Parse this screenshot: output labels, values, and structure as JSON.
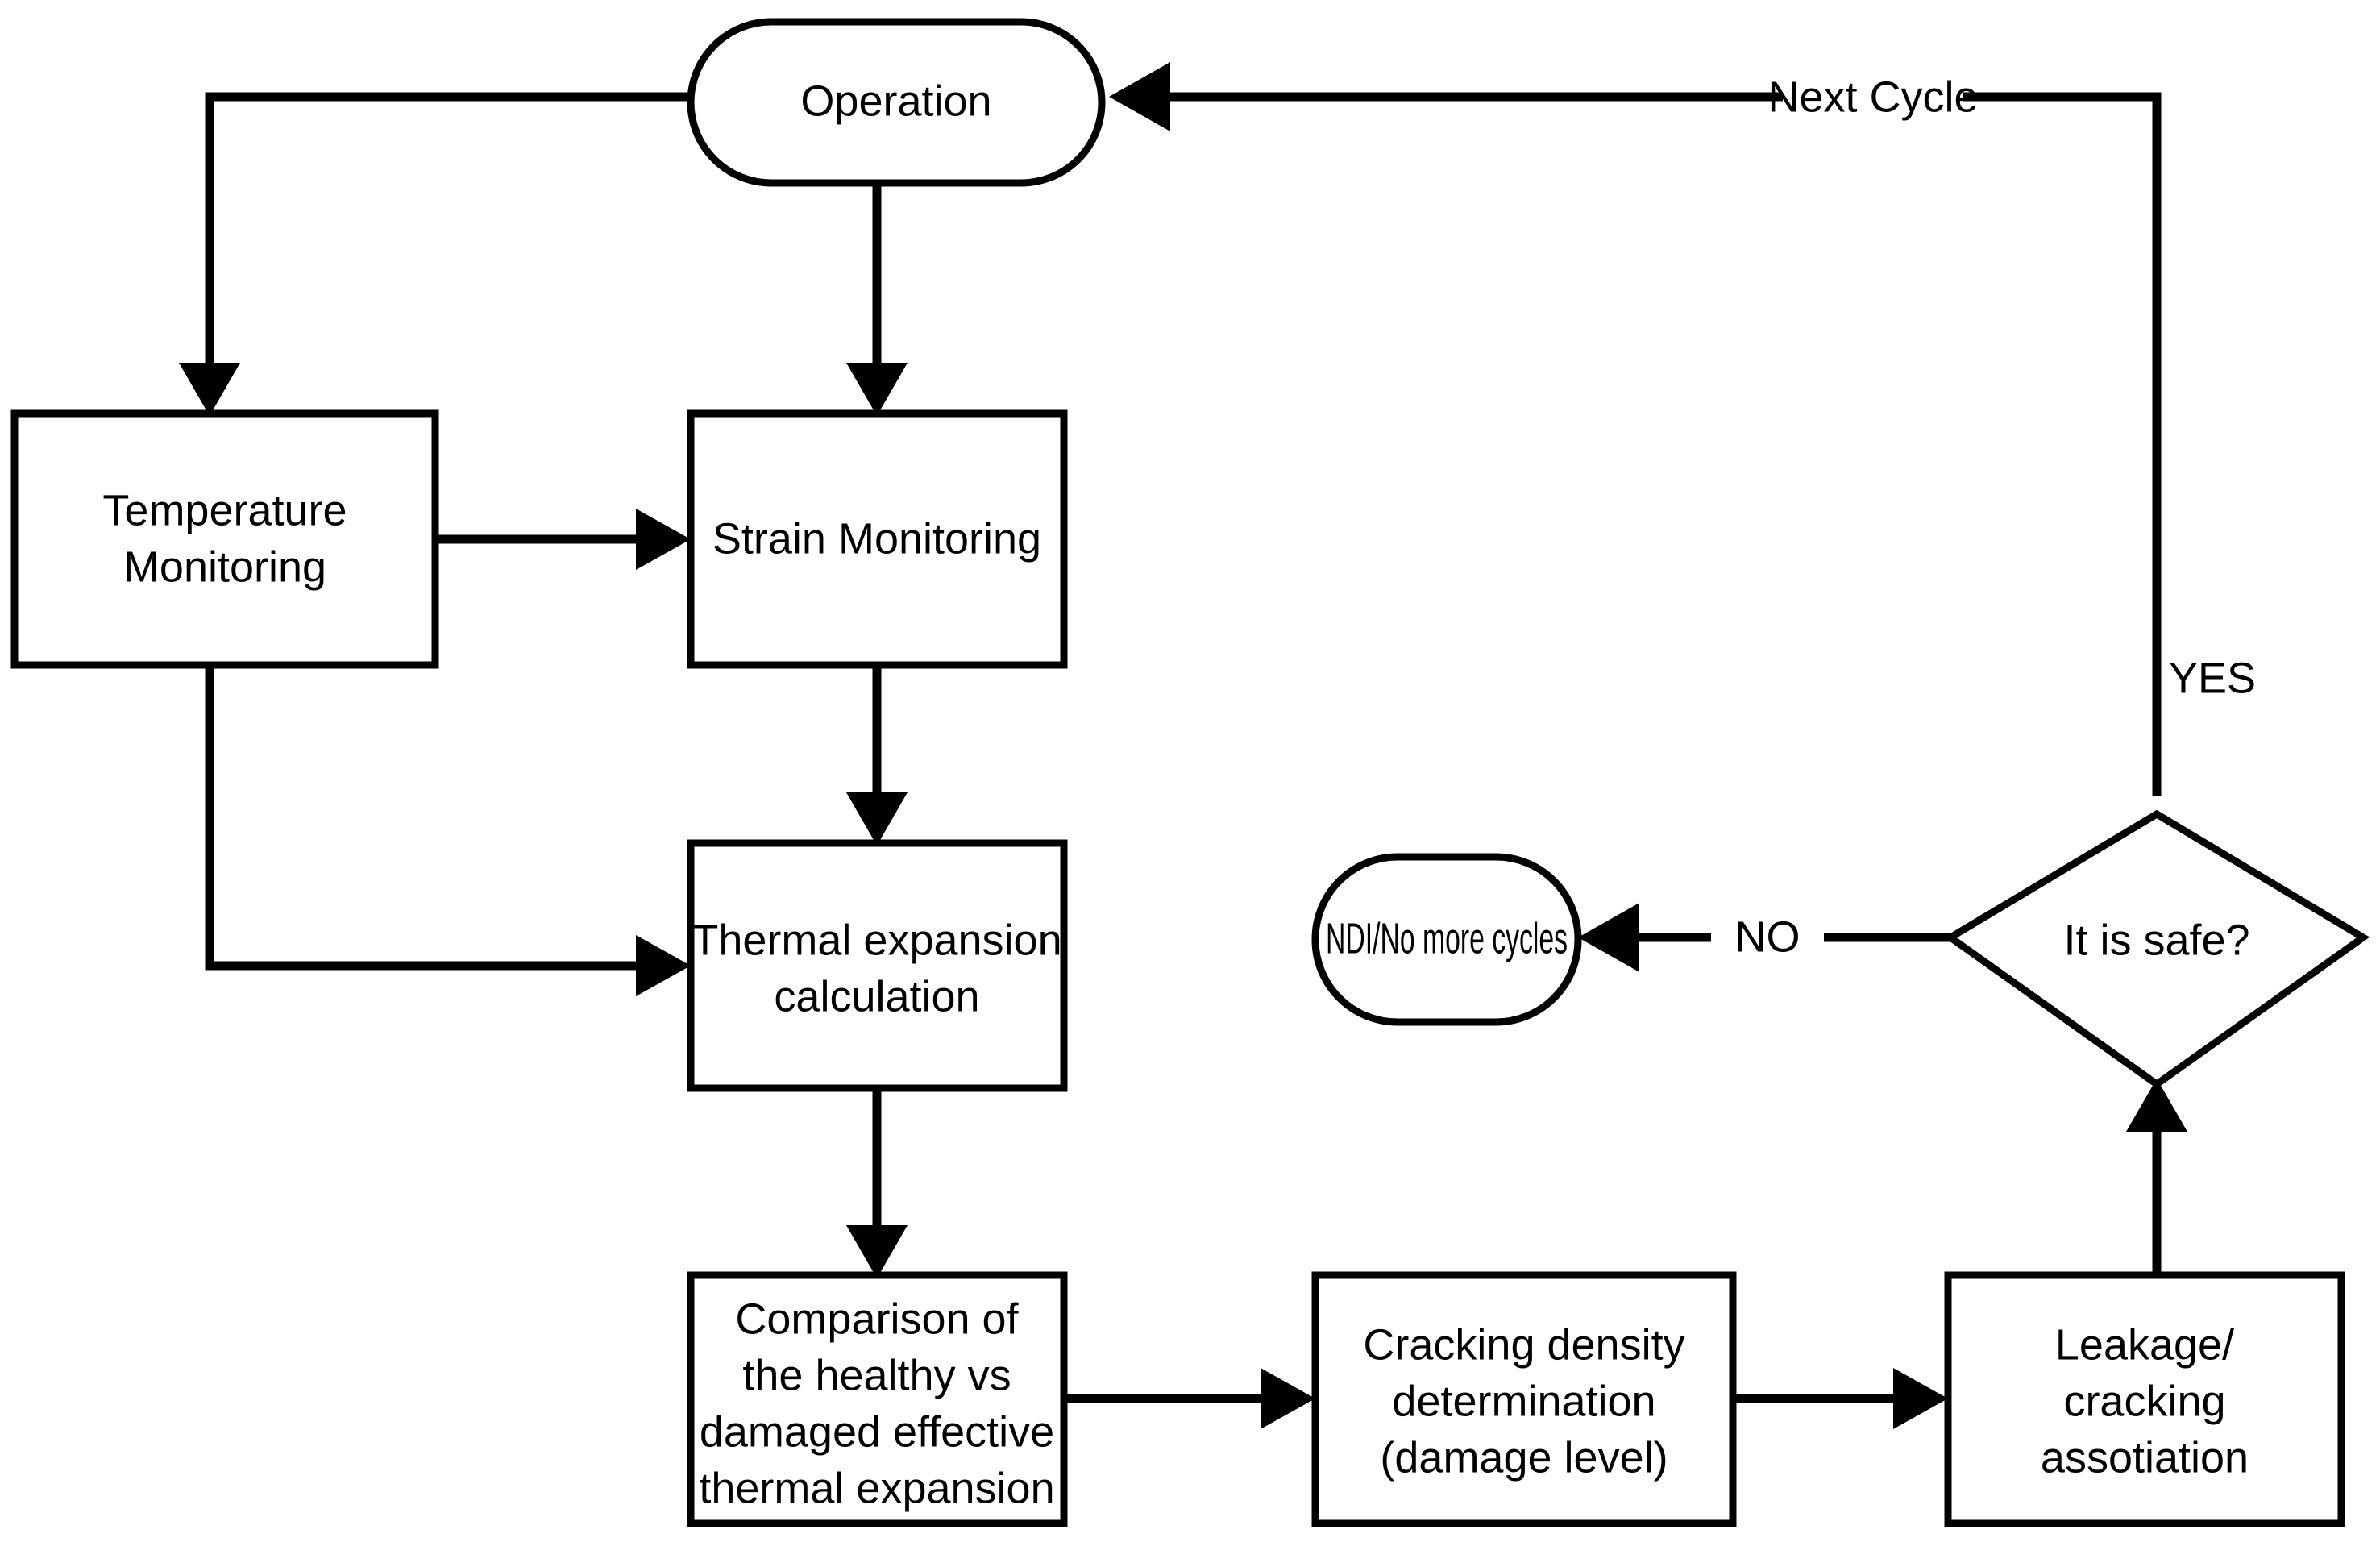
{
  "diagram": {
    "title": "Thermal damage monitoring cycle flowchart",
    "colors": {
      "background": "#ffffff",
      "stroke": "#000000",
      "fill": "#ffffff",
      "text": "#000000"
    },
    "nodes": {
      "operation": {
        "label": "Operation",
        "shape": "terminator"
      },
      "temperature_monitoring": {
        "label_line1": "Temperature",
        "label_line2": "Monitoring",
        "shape": "process"
      },
      "strain_monitoring": {
        "label": "Strain Monitoring",
        "shape": "process"
      },
      "thermal_expansion": {
        "label_line1": "Thermal expansion",
        "label_line2": "calculation",
        "shape": "process"
      },
      "comparison": {
        "label_line1": "Comparison of",
        "label_line2": "the healthy vs",
        "label_line3": "damaged effective",
        "label_line4": "thermal expansion",
        "shape": "process"
      },
      "cracking_density": {
        "label_line1": "Cracking density",
        "label_line2": "determination",
        "label_line3": "(damage level)",
        "shape": "process"
      },
      "leakage_cracking": {
        "label_line1": "Leakage/",
        "label_line2": "cracking",
        "label_line3": "assotiation",
        "shape": "process"
      },
      "is_safe": {
        "label": "It is safe?",
        "shape": "decision"
      },
      "ndi_no_more_cycles": {
        "label": "NDI/No more cycles",
        "shape": "terminator"
      }
    },
    "edge_labels": {
      "next_cycle": "Next Cycle",
      "yes": "YES",
      "no": "NO"
    },
    "edges": [
      {
        "from": "operation",
        "to": "temperature_monitoring",
        "label": ""
      },
      {
        "from": "operation",
        "to": "strain_monitoring",
        "label": ""
      },
      {
        "from": "temperature_monitoring",
        "to": "strain_monitoring",
        "label": ""
      },
      {
        "from": "temperature_monitoring",
        "to": "thermal_expansion",
        "label": ""
      },
      {
        "from": "strain_monitoring",
        "to": "thermal_expansion",
        "label": ""
      },
      {
        "from": "thermal_expansion",
        "to": "comparison",
        "label": ""
      },
      {
        "from": "comparison",
        "to": "cracking_density",
        "label": ""
      },
      {
        "from": "cracking_density",
        "to": "leakage_cracking",
        "label": ""
      },
      {
        "from": "leakage_cracking",
        "to": "is_safe",
        "label": ""
      },
      {
        "from": "is_safe",
        "to": "ndi_no_more_cycles",
        "label": "NO"
      },
      {
        "from": "is_safe",
        "to": "operation",
        "label": "YES / Next Cycle"
      }
    ]
  }
}
